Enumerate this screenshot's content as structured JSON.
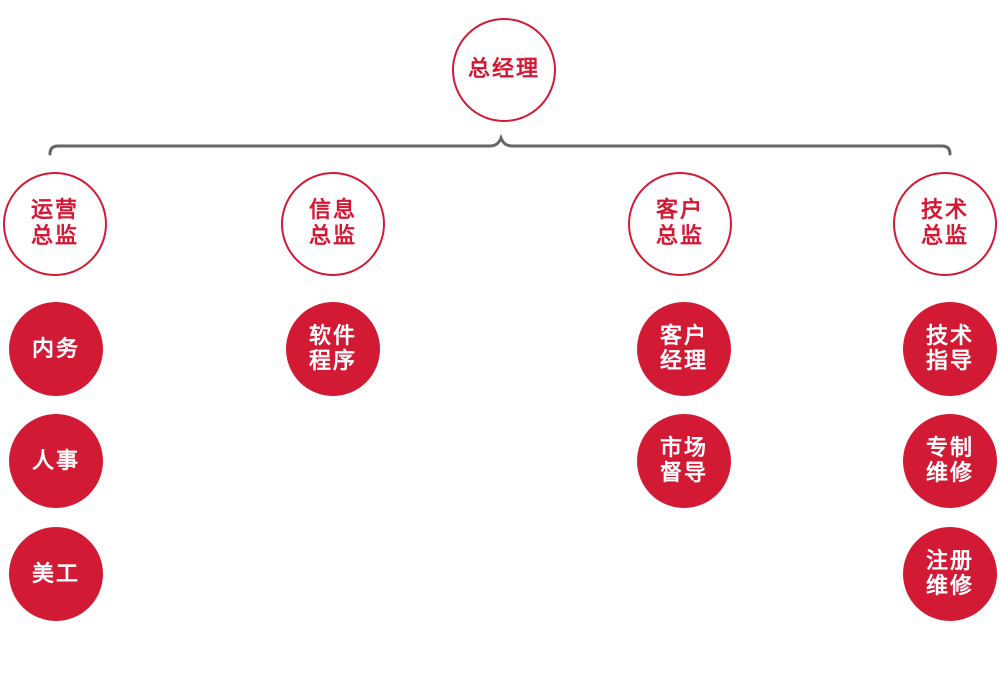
{
  "root": {
    "label": "总经理"
  },
  "colors": {
    "accent": "#d21a35",
    "connector": "#666666"
  },
  "directors": [
    {
      "label": "运营总监",
      "children": [
        "内务",
        "人事",
        "美工"
      ]
    },
    {
      "label": "信息总监",
      "children": [
        "软件程序"
      ]
    },
    {
      "label": "客户总监",
      "children": [
        "客户经理",
        "市场督导"
      ]
    },
    {
      "label": "技术总监",
      "children": [
        "技术指导",
        "专制维修",
        "注册维修"
      ]
    }
  ]
}
